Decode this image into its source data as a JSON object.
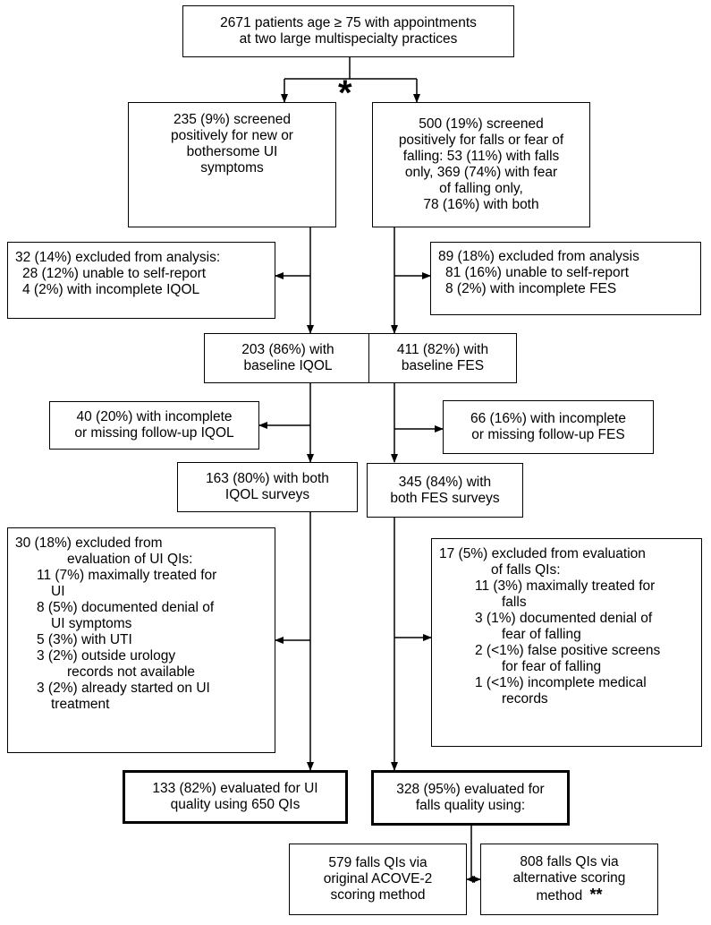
{
  "top": [
    "2671 patients age ≥ 75 with appointments",
    "at two large multispecialty practices"
  ],
  "star": "*",
  "ui": {
    "screened": [
      "235 (9%) screened",
      "positively for new or",
      "bothersome UI",
      "symptoms"
    ],
    "excluded": [
      "32 (14%) excluded from analysis:",
      "28 (12%) unable to self-report",
      "4 (2%) with incomplete IQOL"
    ],
    "baseline": [
      "203 (86%) with",
      "baseline IQOL"
    ],
    "followup_missing": [
      "40 (20%) with incomplete",
      "or missing follow-up IQOL"
    ],
    "both": [
      "163 (80%) with both",
      "IQOL surveys"
    ],
    "qi_excluded": [
      "30 (18%) excluded from",
      "evaluation of UI QIs:",
      "11 (7%) maximally treated for",
      "UI",
      "8 (5%) documented denial of",
      "UI symptoms",
      "5 (3%) with UTI",
      "3 (2%) outside urology",
      "records not available",
      "3 (2%) already started on UI",
      "treatment"
    ],
    "evaluated": [
      "133 (82%) evaluated for UI",
      "quality using 650 QIs"
    ]
  },
  "falls": {
    "screened": [
      "500 (19%) screened",
      "positively for falls or fear of",
      "falling: 53 (11%) with falls",
      "only, 369 (74%) with fear",
      "of falling only,",
      "78 (16%) with both"
    ],
    "excluded": [
      "89 (18%) excluded from analysis",
      "81 (16%) unable to self-report",
      "8 (2%) with incomplete FES"
    ],
    "baseline": [
      "411 (82%) with",
      "baseline FES"
    ],
    "followup_missing": [
      "66 (16%) with incomplete",
      "or missing follow-up FES"
    ],
    "both": [
      "345 (84%) with",
      "both FES surveys"
    ],
    "qi_excluded": [
      "17 (5%) excluded from evaluation",
      "of falls QIs:",
      "11 (3%) maximally treated for",
      "falls",
      "3 (1%) documented denial of",
      "fear of falling",
      "2 (<1%) false positive screens",
      "for fear of falling",
      "1 (<1%) incomplete medical",
      "records"
    ],
    "evaluated": [
      "328 (95%) evaluated for",
      "falls quality using:"
    ],
    "original": [
      "579 falls QIs via",
      "original ACOVE-2",
      "scoring method"
    ],
    "alternative": [
      "808 falls QIs via",
      "alternative scoring",
      "method"
    ],
    "alternative_mark": "**"
  }
}
